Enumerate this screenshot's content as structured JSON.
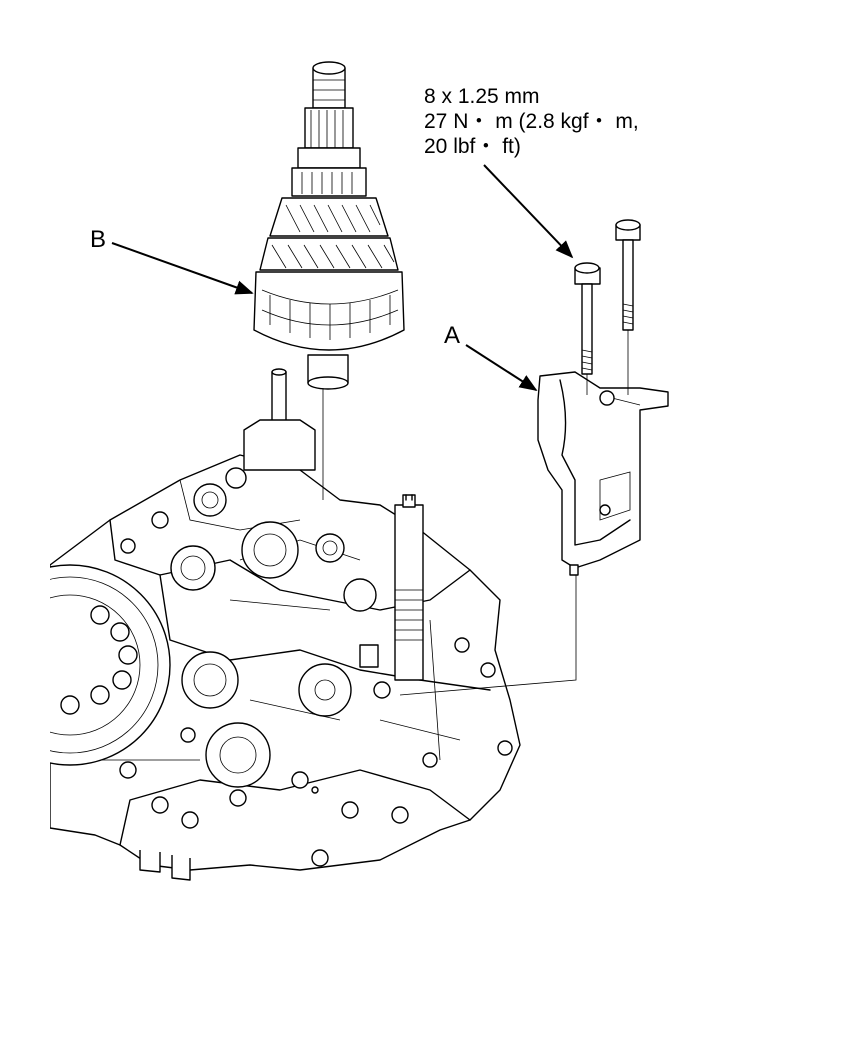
{
  "spec": {
    "line1": "8 x 1.25 mm",
    "line2": "27 N・ m (2.8 kgf・ m,",
    "line3": "20 lbf・ ft)"
  },
  "callouts": {
    "a": "A",
    "b": "B"
  }
}
